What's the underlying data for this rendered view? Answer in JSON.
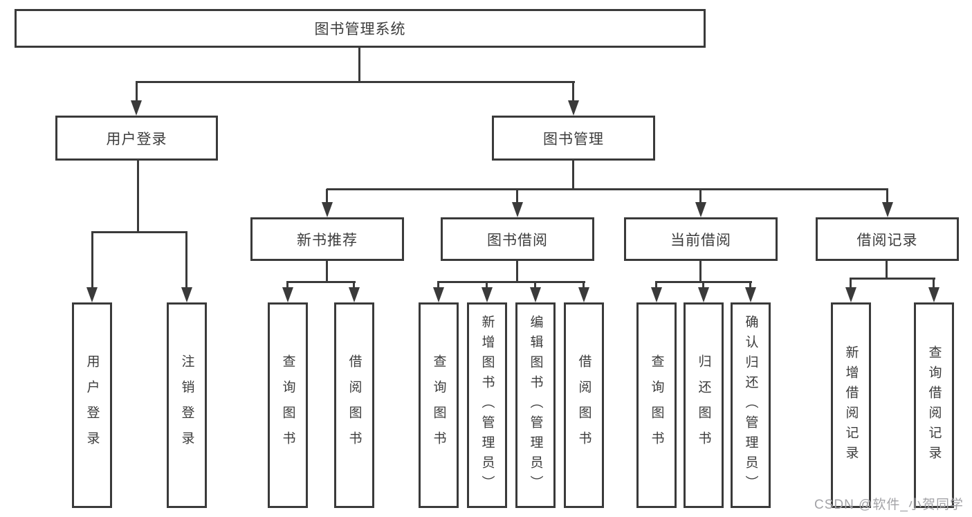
{
  "tree": {
    "root": "图书管理系统",
    "user_login": {
      "label": "用户登录",
      "children": [
        "用户登录",
        "注销登录"
      ]
    },
    "book_mgmt": {
      "label": "图书管理",
      "sections": [
        {
          "label": "新书推荐",
          "children": [
            "查询图书",
            "借阅图书"
          ]
        },
        {
          "label": "图书借阅",
          "children": [
            "查询图书",
            "新增图书（管理员）",
            "编辑图书（管理员）",
            "借阅图书"
          ]
        },
        {
          "label": "当前借阅",
          "children": [
            "查询图书",
            "归还图书",
            "确认归还（管理员）"
          ]
        },
        {
          "label": "借阅记录",
          "children": [
            "新增借阅记录",
            "查询借阅记录"
          ]
        }
      ]
    }
  },
  "watermark": "CSDN @软件_小贺同学",
  "colors": {
    "line": "#3a3a3a",
    "text": "#3c3c3c",
    "watermark": "#a3a3a7",
    "background": "#ffffff"
  }
}
